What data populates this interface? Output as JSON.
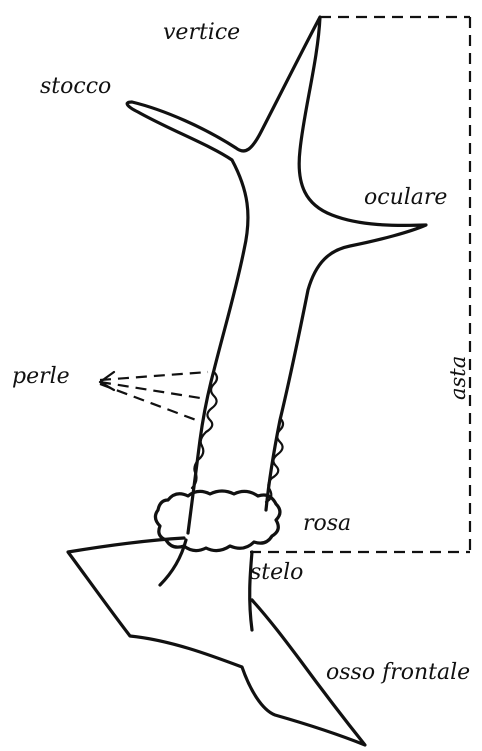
{
  "labels": {
    "vertice": "vertice",
    "stocco": "stocco",
    "oculare": "oculare",
    "perle": "perle",
    "asta": "asta",
    "rosa": "rosa",
    "stelo": "stelo",
    "osso_frontale": "osso frontale"
  },
  "colors": {
    "ink": "#111111",
    "paper": "#ffffff"
  }
}
